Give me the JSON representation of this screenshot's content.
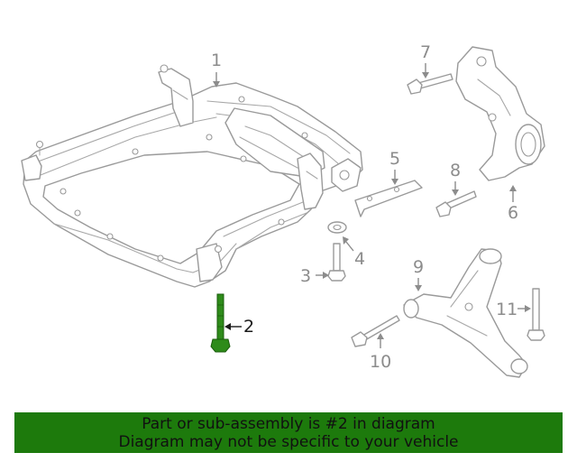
{
  "callouts": [
    "1",
    "2",
    "3",
    "4",
    "5",
    "6",
    "7",
    "8",
    "9",
    "10",
    "11"
  ],
  "highlight_callout": "2",
  "colors": {
    "highlight_part": "#2e8b1a",
    "banner": "#1d7a0c",
    "line_art": "#9a9a9a",
    "callout_text": "#8c8c8c"
  },
  "banner": {
    "line1": "Part or sub-assembly is #2 in diagram",
    "line2": "Diagram may not be specific to your vehicle"
  }
}
